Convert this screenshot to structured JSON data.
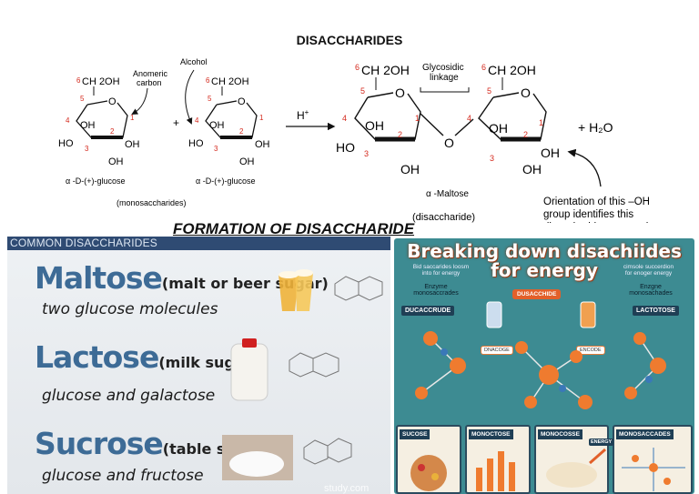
{
  "header": {
    "title": "DISACCHARIDES",
    "subtitle": "FORMATION OF DISACCHARIDE"
  },
  "reaction": {
    "mono1": {
      "label": "α -D-(+)-glucose",
      "note": "Anomeric\ncarbon"
    },
    "mono2": {
      "label": "α -D-(+)-glucose",
      "note": "Alcohol"
    },
    "monos_group": "(monosaccharides)",
    "plus": "+",
    "catalyst": "H+",
    "product": {
      "label": "α -Maltose",
      "group": "(disaccharide)",
      "linkage": "Glycosidic\nlinkage",
      "bridge": "O"
    },
    "byproduct": "+ H₂O",
    "orientation_note": "Orientation of this –OH\ngroup identifies this\ndisaccharide as α -maltose.",
    "atoms": {
      "ch2oh": "CH 2OH",
      "oh": "OH",
      "ho": "HO",
      "o": "O"
    }
  },
  "left_panel": {
    "banner": "COMMON DISACCHARIDES",
    "items": [
      {
        "name": "Maltose",
        "desc": "(malt or beer sugar)",
        "sub": "two glucose molecules"
      },
      {
        "name": "Lactose",
        "desc": "(milk sugar)",
        "sub": "glucose and galactose"
      },
      {
        "name": "Sucrose",
        "desc": "(table sugar)",
        "sub": "glucose and fructose"
      }
    ],
    "watermark": "study.com"
  },
  "right_panel": {
    "title": "Breaking down disachiides\nfor energy",
    "small_left": "Bid saccarides loosm\ninto for energy",
    "small_right": "cimsole succerdion\nfor enoger energy",
    "enzyme_left": "Enzyme\nmonosaccrades",
    "enzyme_right": "Enzgne\nmonosachades",
    "center_tag": "DUSACCHIDE",
    "left_tag": "DUCACCRUDE",
    "right_tag": "LACTOTOSE",
    "pill1": "DNACOGE",
    "pill2": "ENCODE",
    "bottom": [
      "SUCOSE",
      "MONOCTOSE",
      "MONOCOSSE",
      "MONOSACCADES"
    ],
    "energy": "ENERGY",
    "colors": {
      "teal": "#3d8b92",
      "orange": "#e2602a",
      "navy": "#1f3f55"
    }
  }
}
